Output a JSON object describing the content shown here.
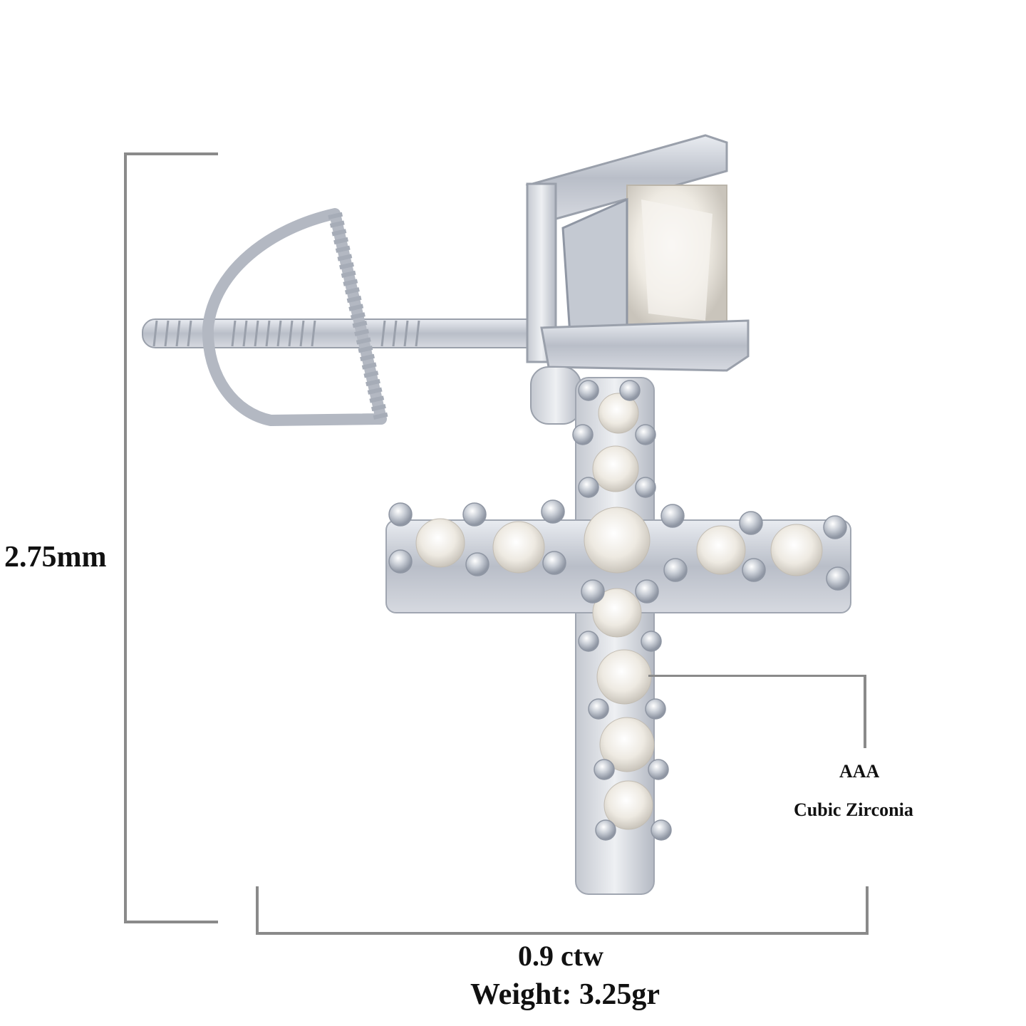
{
  "dimensions": {
    "height_label": "2.75mm",
    "ctw_label": "0.9 ctw",
    "weight_label": "Weight: 3.25gr"
  },
  "callout": {
    "grade": "AAA",
    "stone": "Cubic Zirconia"
  },
  "product": {
    "description": "Cross drop earring with square stud and screw back",
    "metal_color": "#c8ccd4",
    "line_color": "#8a8a8a"
  }
}
